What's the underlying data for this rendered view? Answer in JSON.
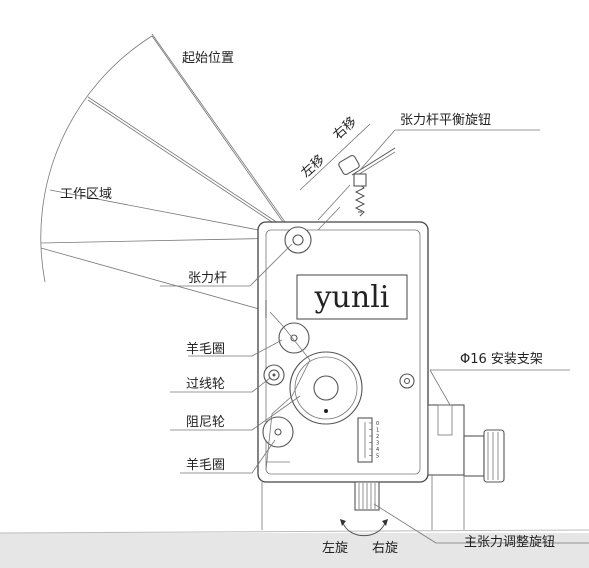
{
  "labels": {
    "start_position": "起始位置",
    "left_shift": "左移",
    "right_shift": "右移",
    "balance_knob": "张力杆平衡旋钮",
    "working_area": "工作区域",
    "tension_rod": "张力杆",
    "felt_upper": "羊毛圈",
    "thread_wheel": "过线轮",
    "damping_wheel": "阻尼轮",
    "felt_lower": "羊毛圈",
    "mount_bracket": "Φ16 安装支架",
    "rotate_left": "左旋",
    "rotate_right": "右旋",
    "main_knob": "主张力调整旋钮"
  },
  "brand": "yunli",
  "scale_ticks": [
    "0",
    "1",
    "2",
    "3",
    "4",
    "5"
  ]
}
